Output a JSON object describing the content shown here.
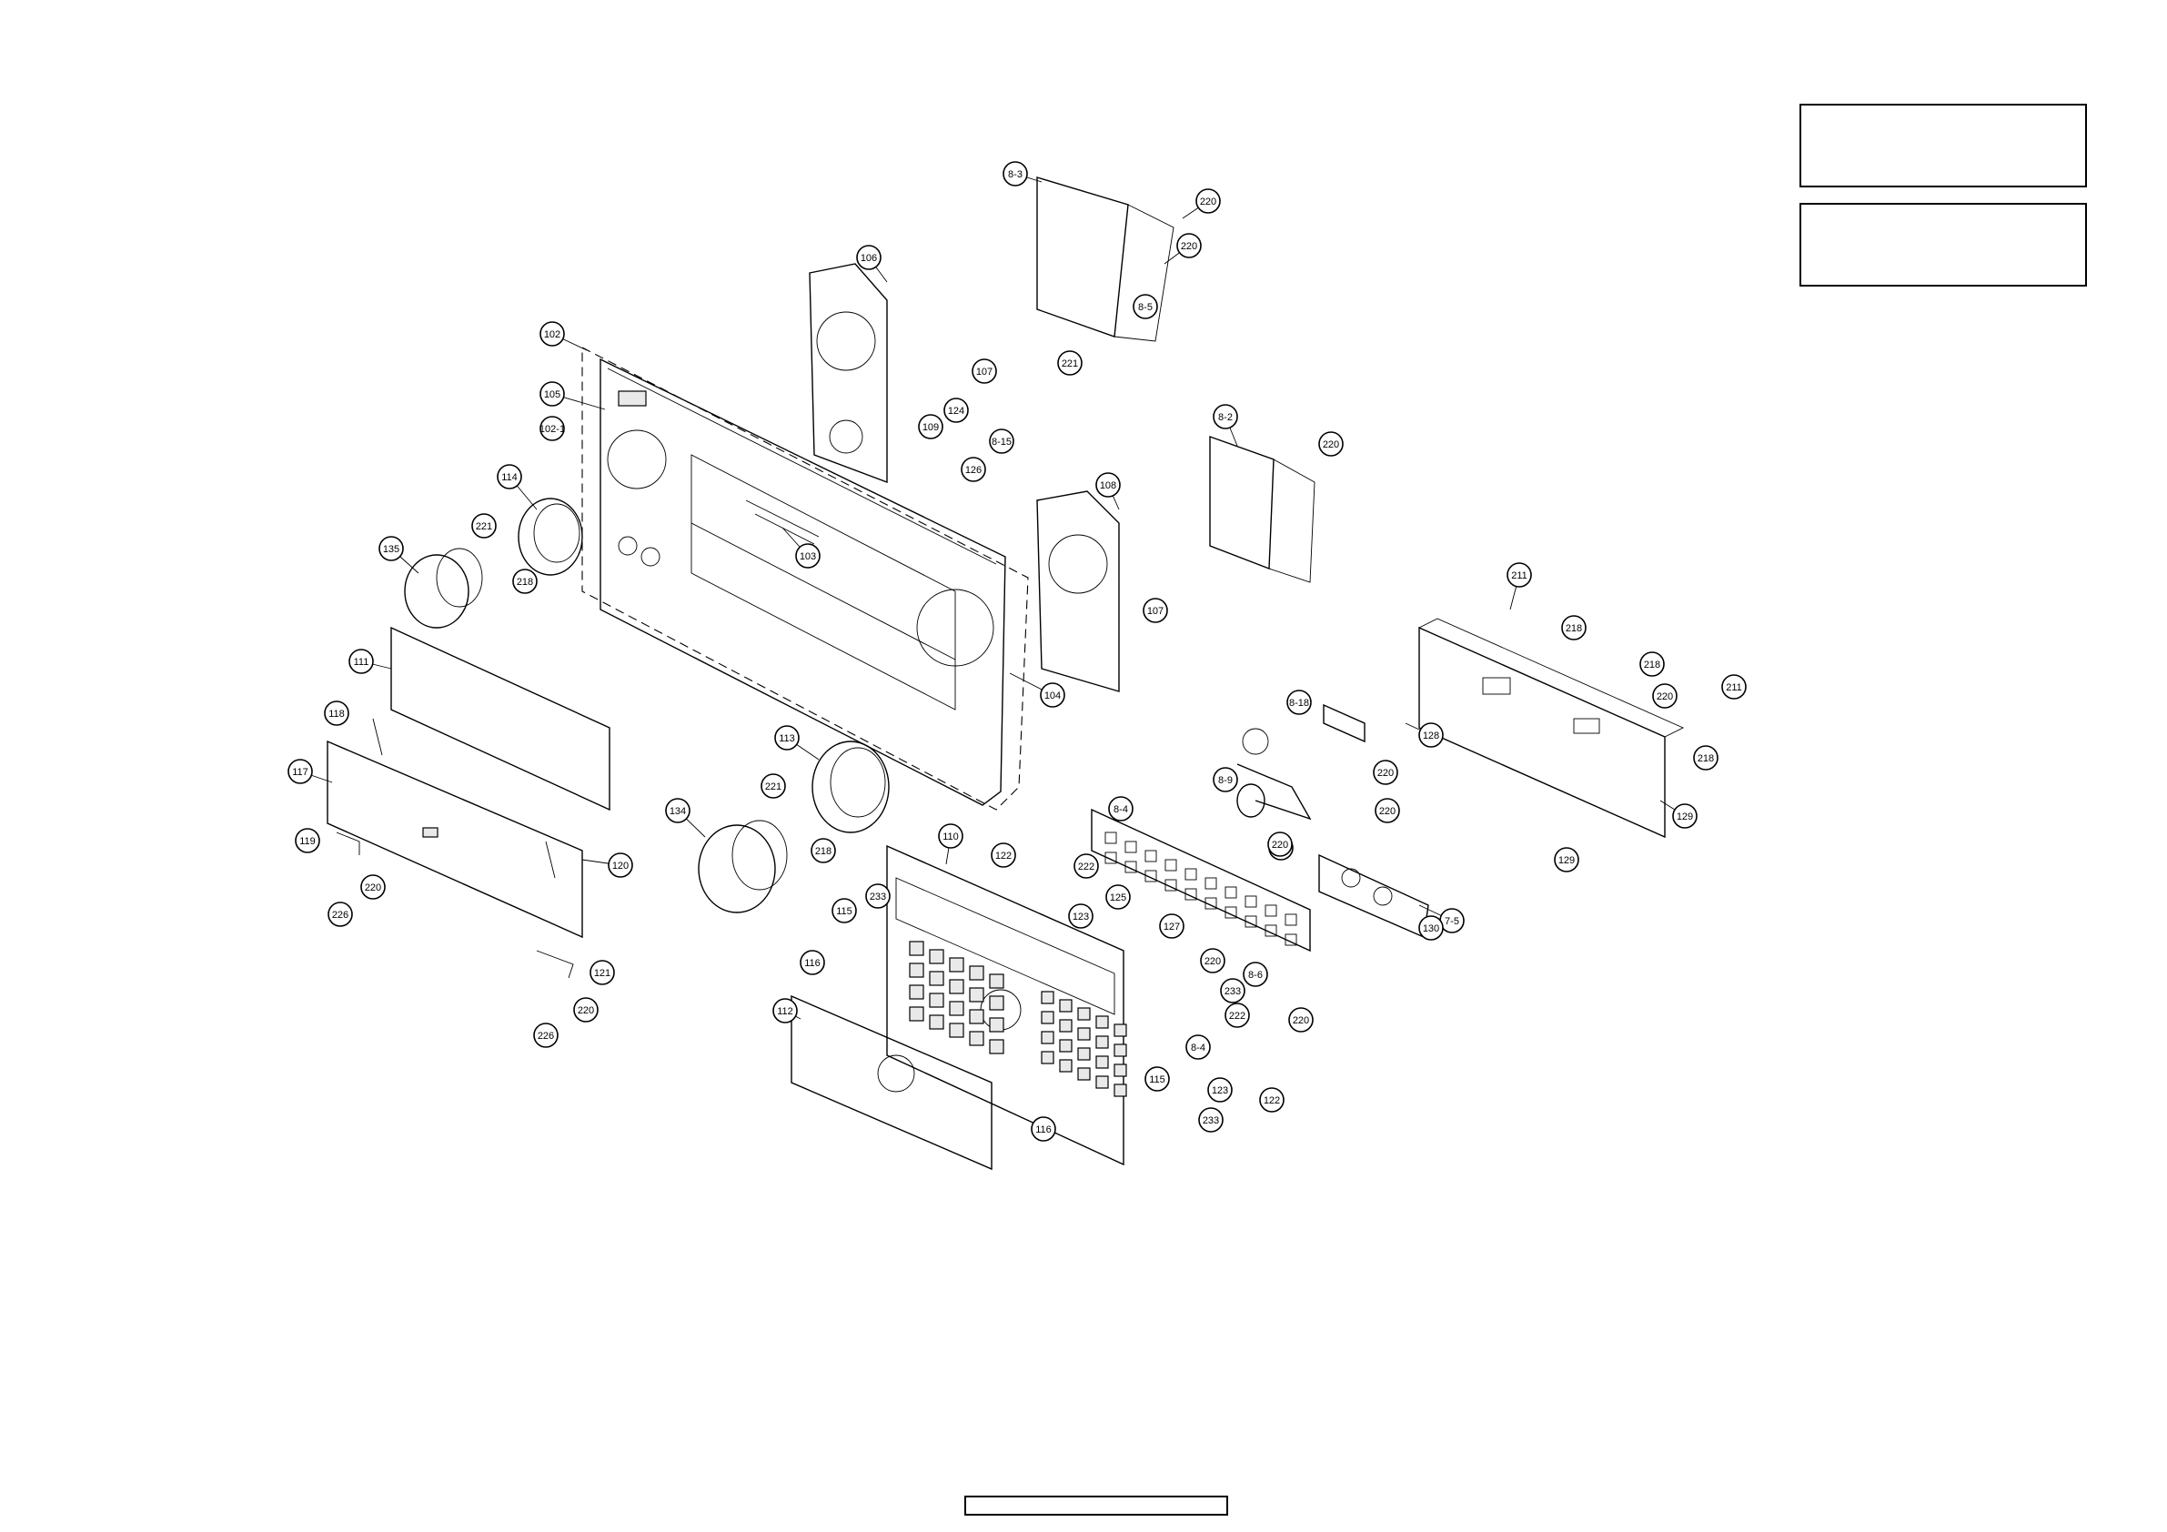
{
  "labels": [
    "8-3",
    "220",
    "220",
    "8-5",
    "106",
    "107",
    "221",
    "124",
    "109",
    "126",
    "8-15",
    "102",
    "105",
    "102-1",
    "114",
    "221",
    "218",
    "135",
    "103",
    "8-2",
    "220",
    "108",
    "107",
    "104",
    "111",
    "118",
    "117",
    "119",
    "220",
    "226",
    "120",
    "121",
    "220",
    "226",
    "113",
    "221",
    "134",
    "218",
    "110",
    "233",
    "115",
    "116",
    "112",
    "116",
    "233",
    "115",
    "122",
    "222",
    "123",
    "125",
    "127",
    "220",
    "220",
    "8-4",
    "8-6",
    "233",
    "222",
    "8-4",
    "122",
    "123",
    "220",
    "8-18",
    "220",
    "8-9",
    "220",
    "220",
    "7-5",
    "211",
    "218",
    "218",
    "220",
    "211",
    "218",
    "129",
    "130",
    "128",
    "129"
  ],
  "info_boxes": [
    {
      "text": ""
    },
    {
      "text": ""
    }
  ],
  "footer": {
    "text": ""
  }
}
